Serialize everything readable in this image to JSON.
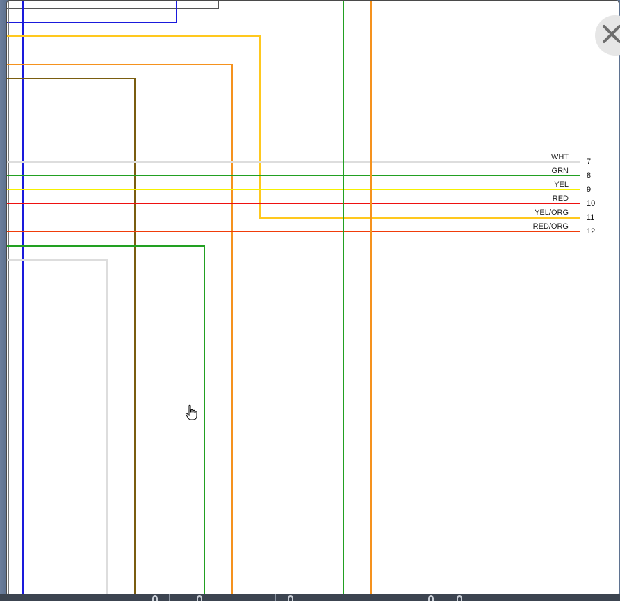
{
  "diagram": {
    "wires": [
      {
        "label": "WHT",
        "pin": "7",
        "color": "#dddddd"
      },
      {
        "label": "GRN",
        "pin": "8",
        "color": "#22a022"
      },
      {
        "label": "YEL",
        "pin": "9",
        "color": "#f5f000"
      },
      {
        "label": "RED",
        "pin": "10",
        "color": "#ee1111"
      },
      {
        "label": "YEL/ORG",
        "pin": "11",
        "color": "#ffc81e"
      },
      {
        "label": "RED/ORG",
        "pin": "12",
        "color": "#f03c0a"
      }
    ],
    "colors": {
      "blue": "#1a1adc",
      "gray": "#555555",
      "yellow_orange": "#ffc81e",
      "orange": "#f5921e",
      "brown": "#7a5d10",
      "green": "#22a022",
      "light_gray": "#dddddd"
    }
  },
  "controls": {
    "close_icon": "close-icon",
    "cursor_icon": "hand-pointer-icon"
  }
}
